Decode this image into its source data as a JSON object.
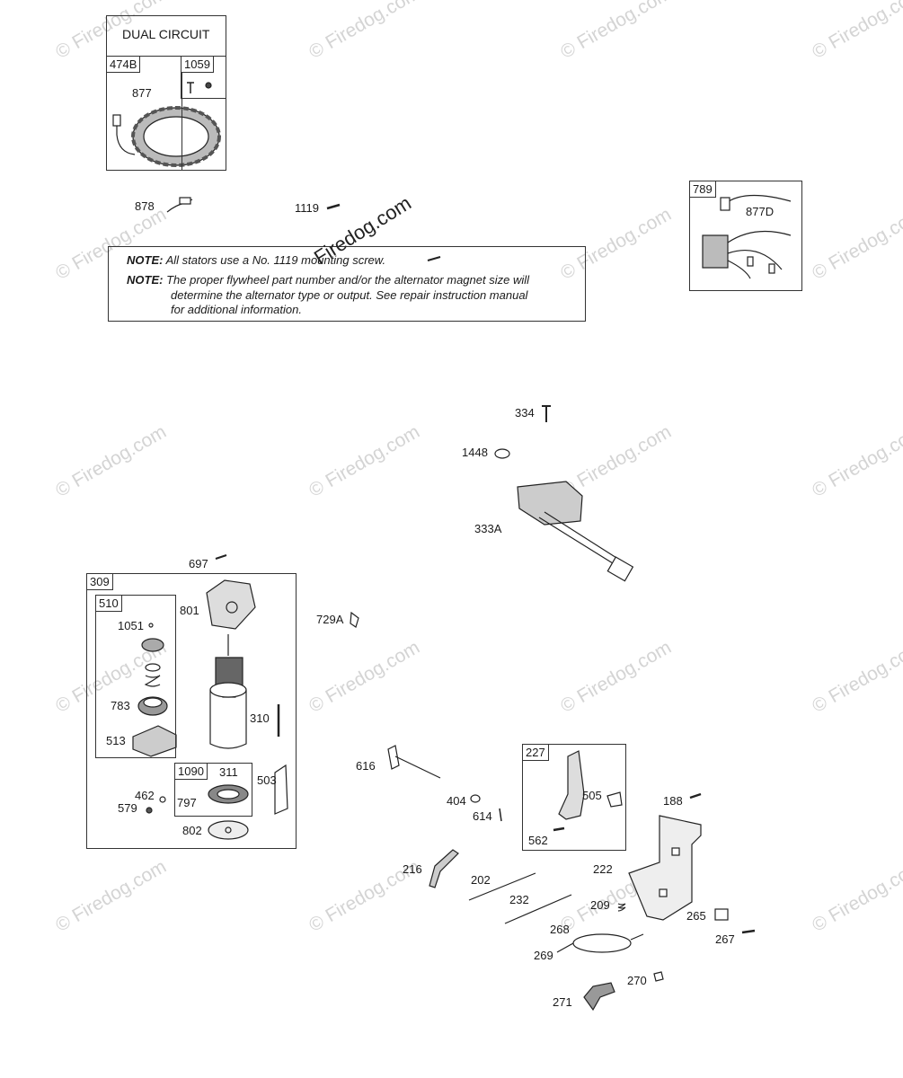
{
  "watermark": "© Firedog.com",
  "watermark_main": "Firedog.com",
  "dual_circuit": {
    "title": "DUAL CIRCUIT",
    "kit_474B": "474B",
    "kit_1059": "1059",
    "part_877": "877"
  },
  "parts": {
    "p878": "878",
    "p1119": "1119",
    "p789": "789",
    "p877D": "877D",
    "p334": "334",
    "p1448": "1448",
    "p333A": "333A",
    "p697": "697",
    "p309": "309",
    "p510": "510",
    "p801": "801",
    "p1051": "1051",
    "p783": "783",
    "p513": "513",
    "p310": "310",
    "p729A": "729A",
    "p1090": "1090",
    "p311": "311",
    "p797": "797",
    "p503": "503",
    "p462": "462",
    "p579": "579",
    "p802": "802",
    "p616": "616",
    "p227": "227",
    "p505": "505",
    "p188": "188",
    "p404": "404",
    "p614": "614",
    "p562": "562",
    "p216": "216",
    "p202": "202",
    "p222": "222",
    "p232": "232",
    "p209": "209",
    "p265": "265",
    "p268": "268",
    "p267": "267",
    "p269": "269",
    "p270": "270",
    "p271": "271"
  },
  "notes": {
    "n1_label": "NOTE:",
    "n1_text": "All stators use a No. 1119 mounting screw.",
    "n2_label": "NOTE:",
    "n2_line1": "The proper flywheel part number and/or the alternator magnet size will",
    "n2_line2": "determine the alternator type or output. See repair instruction manual",
    "n2_line3": "for additional information."
  }
}
